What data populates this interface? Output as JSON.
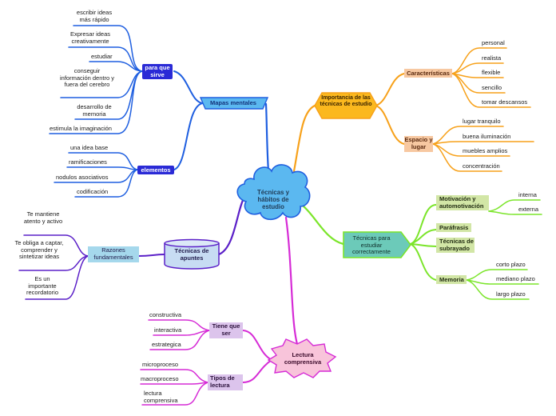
{
  "colors": {
    "mapas_branch": "#1f5fe0",
    "importancia_branch": "#f7a11a",
    "tecnicas_branch": "#7be52a",
    "lectura_branch": "#d62bd6",
    "apuntes_branch": "#5b20c8",
    "central_node": "#5bb8f0",
    "dark_hub": "#2a2ad6",
    "orange_hub": "#fbb81e",
    "peach_hub": "#f7c8a1",
    "green_hub": "#6ccab9",
    "light_green_hub": "#d2e6a6",
    "lilac_hub": "#dcc4ec",
    "pink_node": "#f8c4da"
  },
  "center": {
    "label": "Técnicas y hábitos de estudio",
    "icon": "cloud-shape"
  },
  "mapas": {
    "label": "Mapas mentales",
    "para_que": {
      "label": "para que sirve",
      "items": [
        "escribir ideas más rápido",
        "Expresar ideas creativamente",
        "estudiar",
        "conseguir información dentro y fuera del cerebro",
        "desarrollo de memoria",
        "estimula la imaginación"
      ]
    },
    "elementos": {
      "label": "elementos",
      "items": [
        "una idea base",
        "ramificaciones",
        "nodulos asociativos",
        "codificación"
      ]
    }
  },
  "importancia": {
    "label": "Importancia de las técnicas de estudio",
    "caracteristicas": {
      "label": "Características",
      "items": [
        "personal",
        "realista",
        "flexible",
        "sencillo",
        "tomar descansos"
      ]
    },
    "espacio": {
      "label": "Espacio y lugar",
      "items": [
        "lugar tranquilo",
        "buena iluminación",
        "muebles amplios",
        "concentración"
      ]
    }
  },
  "tecnicas": {
    "label": "Técnicas para estudiar correctamente",
    "motivacion": {
      "label": "Motivación y automotivación",
      "items": [
        "interna",
        "externa"
      ]
    },
    "parafrasis": {
      "label": "Paráfrasis"
    },
    "subrayado": {
      "label": "Técnicas de subrayado"
    },
    "memoria": {
      "label": "Memoria",
      "items": [
        "corto plazo",
        "mediano plazo",
        "largo plazo"
      ]
    }
  },
  "lectura": {
    "label": "Lectura comprensiva",
    "tiene": {
      "label": "Tiene que ser",
      "items": [
        "constructiva",
        "interactiva",
        "estrategica"
      ]
    },
    "tipos": {
      "label": "Tipos de lectura",
      "items": [
        "microproceso",
        "macroproceso",
        "lectura comprensiva"
      ]
    }
  },
  "apuntes": {
    "label": "Técnicas de apuntes",
    "razones": {
      "label": "Razones fundamentales",
      "items": [
        "Te mantiene atento y activo",
        "Te obliga a captar, comprender y sintetizar ideas",
        "Es un importante recordatorio"
      ]
    }
  }
}
